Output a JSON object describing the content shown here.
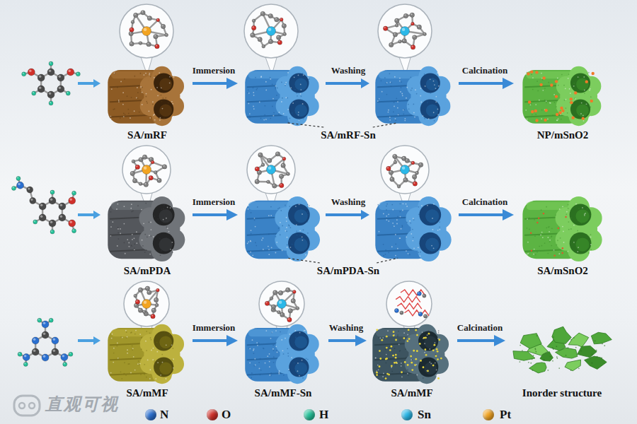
{
  "diagram": {
    "nodes": [
      {
        "text": [
          "SA/mRF"
        ]
      },
      {
        "text": [
          "SA/mRF-Sn"
        ]
      },
      {
        "text": [
          "NP/mSnO2"
        ]
      },
      {
        "text": [
          "SA/mPDA"
        ]
      },
      {
        "text": [
          "SA/mPDA-Sn"
        ]
      },
      {
        "text": [
          "SA/mSnO2"
        ]
      },
      {
        "text": [
          "SA/mMF"
        ]
      },
      {
        "text": [
          "SA/mMF-Sn"
        ]
      },
      {
        "text": [
          "SA/mMF"
        ]
      },
      {
        "text": [
          "Inorder structure"
        ]
      }
    ],
    "edges": [
      {
        "from": 0,
        "to": 1,
        "arrow": "to",
        "label": "Immersion"
      },
      {
        "from": 1,
        "to": 2,
        "arrow": "to",
        "label": "Calcination"
      },
      {
        "from": 3,
        "to": 4,
        "arrow": "to",
        "label": "Immersion"
      },
      {
        "from": 4,
        "to": 5,
        "arrow": "to",
        "label": "Calcination"
      },
      {
        "from": 6,
        "to": 7,
        "arrow": "to",
        "label": "Immersion"
      },
      {
        "from": 7,
        "to": 8,
        "arrow": "to",
        "label": "Washing"
      },
      {
        "from": 8,
        "to": 9,
        "arrow": "to",
        "label": "Calcination"
      }
    ],
    "labels": [
      "Washing",
      "Washing",
      "直观可视"
    ],
    "legend": [
      {
        "text": "N",
        "color": "#2a6fd0"
      },
      {
        "text": "O",
        "color": "#d0302a"
      },
      {
        "text": "H",
        "color": "#26c29a"
      },
      {
        "text": "Sn",
        "color": "#2bb8e8"
      },
      {
        "text": "Pt",
        "color": "#f2a422"
      }
    ]
  }
}
